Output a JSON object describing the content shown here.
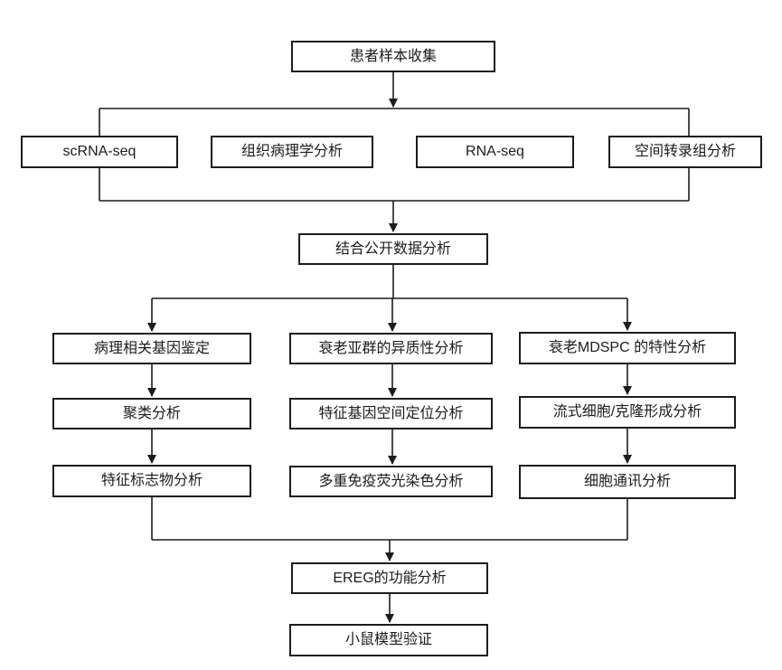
{
  "diagram": {
    "type": "flowchart",
    "background_color": "#ffffff",
    "line_color": "#1c1c1c",
    "node_fill_color": "#ffffff",
    "node_border_color": "#1c1c1c",
    "nodes": {
      "patient_sample_collection": "患者样本收集",
      "scrna_seq": "scRNA-seq",
      "histopathology_analysis": "组织病理学分析",
      "rna_seq": "RNA-seq",
      "spatial_transcriptomics_analysis": "空间转录组分析",
      "public_data_integration": "结合公开数据分析",
      "pathology_related_gene_identification": "病理相关基因鉴定",
      "senescent_subpopulation_heterogeneity_analysis": "衰老亚群的异质性分析",
      "senescent_mdspc_characteristic_analysis": "衰老MDSPC 的特性分析",
      "clustering_analysis": "聚类分析",
      "signature_gene_spatial_localization_analysis": "特征基因空间定位分析",
      "flow_cytometry_clone_formation_analysis": "流式细胞/克隆形成分析",
      "signature_marker_analysis": "特征标志物分析",
      "multiplex_immunofluorescence_staining_analysis": "多重免疫荧光染色分析",
      "cell_communication_analysis": "细胞通讯分析",
      "ereg_functional_analysis": "EREG的功能分析",
      "mouse_model_validation": "小鼠模型验证"
    }
  }
}
